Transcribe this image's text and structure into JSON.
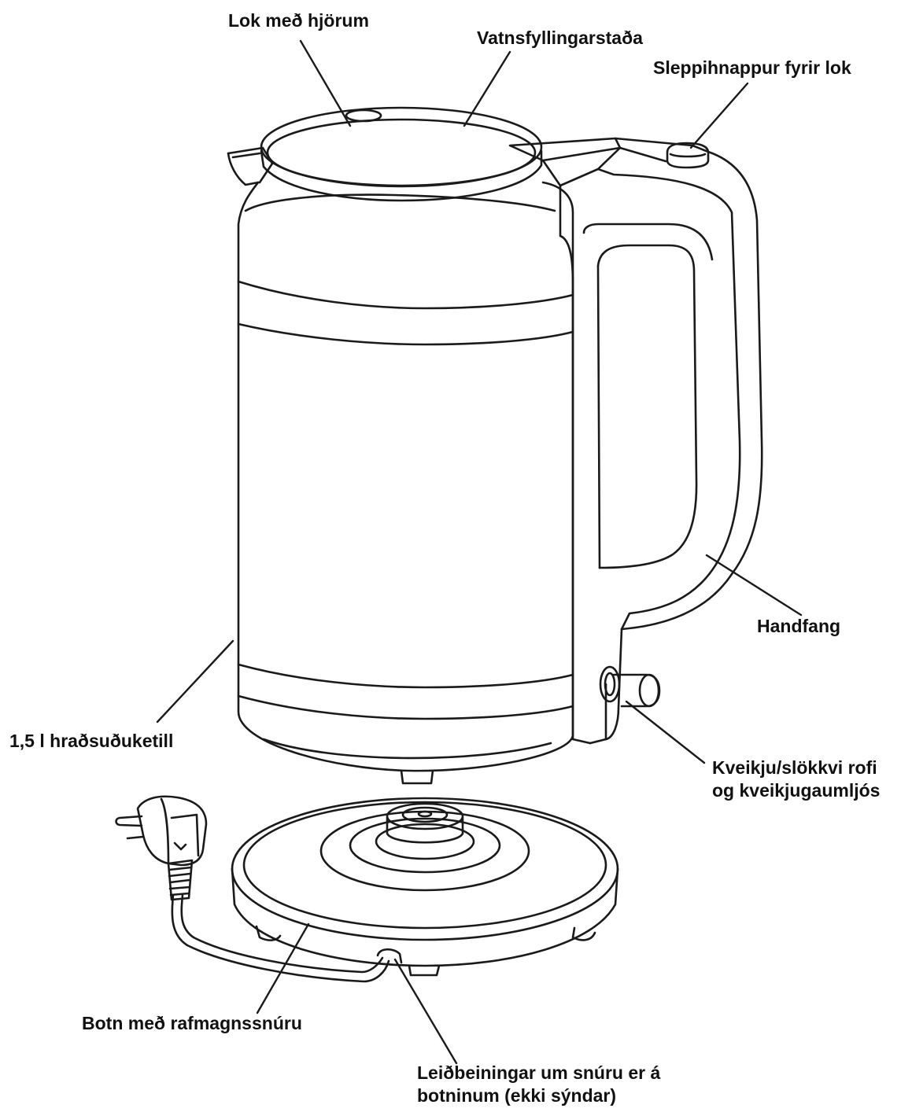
{
  "labels": {
    "lid_hinged": "Lok með hjörum",
    "water_level": "Vatnsfyllingarstaða",
    "lid_release": "Sleppihnappur fyrir lok",
    "handle": "Handfang",
    "kettle": "1,5 l hraðsuðuketill",
    "switch_line1": "Kveikju/slökkvi rofi",
    "switch_line2": "og kveikjugaumljós",
    "base": "Botn með rafmagnssnúru",
    "cord_line1": "Leiðbeiningar um snúru er á",
    "cord_line2": "botninum (ekki sýndar)"
  },
  "colors": {
    "line": "#1a1a1a",
    "text": "#111111",
    "background": "#ffffff"
  }
}
